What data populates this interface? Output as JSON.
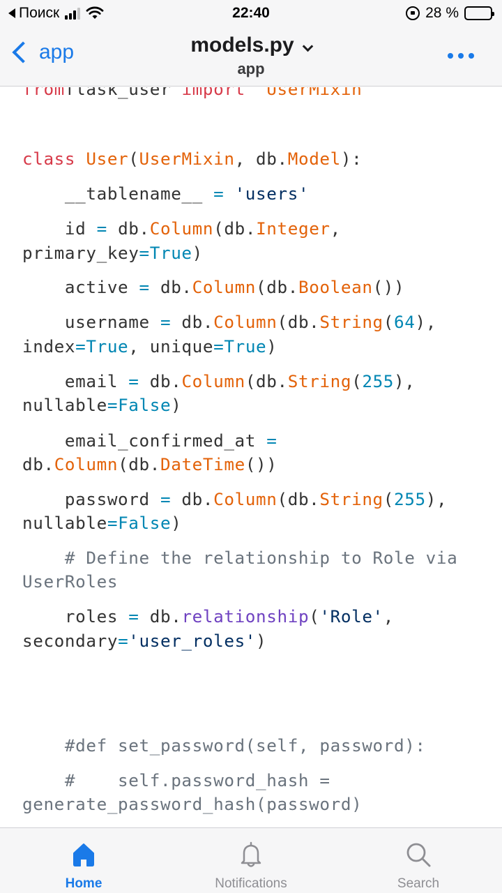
{
  "status_bar": {
    "carrier": "Поиск",
    "time": "22:40",
    "battery_percent": "28 %",
    "battery_level": 0.28
  },
  "nav": {
    "back_label": "app",
    "title": "models.py",
    "subtitle": "app"
  },
  "code_lines": [
    [
      [
        "kw",
        "from"
      ],
      [
        "",
        "flask_user "
      ],
      [
        "kw",
        "import"
      ],
      [
        "",
        "  "
      ],
      [
        "cls",
        "UserMixin"
      ]
    ],
    [],
    [],
    [
      [
        "kw",
        "class"
      ],
      [
        "",
        " "
      ],
      [
        "cls",
        "User"
      ],
      [
        "",
        "("
      ],
      [
        "cls",
        "UserMixin"
      ],
      [
        "",
        ", db."
      ],
      [
        "cls",
        "Model"
      ],
      [
        "",
        "):"
      ]
    ],
    [
      [
        "",
        "    __tablename__ "
      ],
      [
        "op",
        "="
      ],
      [
        "",
        " "
      ],
      [
        "str",
        "'users'"
      ]
    ],
    [
      [
        "",
        "    id "
      ],
      [
        "op",
        "="
      ],
      [
        "",
        " db."
      ],
      [
        "cls",
        "Column"
      ],
      [
        "",
        "(db."
      ],
      [
        "cls",
        "Integer"
      ],
      [
        "",
        ","
      ]
    ],
    [
      [
        "",
        "primary_key"
      ],
      [
        "op",
        "="
      ],
      [
        "num",
        "True"
      ],
      [
        "",
        ")"
      ]
    ],
    [
      [
        "",
        "    active "
      ],
      [
        "op",
        "="
      ],
      [
        "",
        " db."
      ],
      [
        "cls",
        "Column"
      ],
      [
        "",
        "(db."
      ],
      [
        "cls",
        "Boolean"
      ],
      [
        "",
        "())"
      ]
    ],
    [
      [
        "",
        "    username "
      ],
      [
        "op",
        "="
      ],
      [
        "",
        " db."
      ],
      [
        "cls",
        "Column"
      ],
      [
        "",
        "(db."
      ],
      [
        "cls",
        "String"
      ],
      [
        "",
        "("
      ],
      [
        "num",
        "64"
      ],
      [
        "",
        "),"
      ]
    ],
    [
      [
        "",
        "index"
      ],
      [
        "op",
        "="
      ],
      [
        "num",
        "True"
      ],
      [
        "",
        ", unique"
      ],
      [
        "op",
        "="
      ],
      [
        "num",
        "True"
      ],
      [
        "",
        ")"
      ]
    ],
    [
      [
        "",
        "    email "
      ],
      [
        "op",
        "="
      ],
      [
        "",
        " db."
      ],
      [
        "cls",
        "Column"
      ],
      [
        "",
        "(db."
      ],
      [
        "cls",
        "String"
      ],
      [
        "",
        "("
      ],
      [
        "num",
        "255"
      ],
      [
        "",
        "),"
      ]
    ],
    [
      [
        "",
        "nullable"
      ],
      [
        "op",
        "="
      ],
      [
        "num",
        "False"
      ],
      [
        "",
        ")"
      ]
    ],
    [
      [
        "",
        "    email_confirmed_at "
      ],
      [
        "op",
        "="
      ]
    ],
    [
      [
        "",
        "db."
      ],
      [
        "cls",
        "Column"
      ],
      [
        "",
        "(db."
      ],
      [
        "cls",
        "DateTime"
      ],
      [
        "",
        "())"
      ]
    ],
    [
      [
        "",
        "    password "
      ],
      [
        "op",
        "="
      ],
      [
        "",
        " db."
      ],
      [
        "cls",
        "Column"
      ],
      [
        "",
        "(db."
      ],
      [
        "cls",
        "String"
      ],
      [
        "",
        "("
      ],
      [
        "num",
        "255"
      ],
      [
        "",
        "),"
      ]
    ],
    [
      [
        "",
        "nullable"
      ],
      [
        "op",
        "="
      ],
      [
        "num",
        "False"
      ],
      [
        "",
        ")"
      ]
    ],
    [
      [
        "cm",
        "    # Define the relationship to Role via"
      ]
    ],
    [
      [
        "cm",
        "UserRoles"
      ]
    ],
    [
      [
        "",
        "    roles "
      ],
      [
        "op",
        "="
      ],
      [
        "",
        " db."
      ],
      [
        "fn",
        "relationship"
      ],
      [
        "",
        "("
      ],
      [
        "str",
        "'Role'"
      ],
      [
        "",
        ","
      ]
    ],
    [
      [
        "",
        "secondary"
      ],
      [
        "op",
        "="
      ],
      [
        "str",
        "'user_roles'"
      ],
      [
        "",
        ")"
      ]
    ],
    [],
    [],
    [
      [
        "cm",
        "    #def set_password(self, password):"
      ]
    ],
    [
      [
        "cm",
        "    #    self.password_hash ="
      ]
    ],
    [
      [
        "cm",
        "generate_password_hash(password)"
      ]
    ]
  ],
  "tab_bar": {
    "tabs": [
      {
        "label": "Home",
        "icon": "home-icon",
        "active": true
      },
      {
        "label": "Notifications",
        "icon": "bell-icon",
        "active": false
      },
      {
        "label": "Search",
        "icon": "search-icon",
        "active": false
      }
    ]
  },
  "colors": {
    "accent": "#1a7ae8",
    "keyword": "#d73a49",
    "class_name": "#e36209",
    "string": "#032f62",
    "constant": "#0086b3",
    "function": "#6f42c1",
    "comment": "#6a737d"
  }
}
